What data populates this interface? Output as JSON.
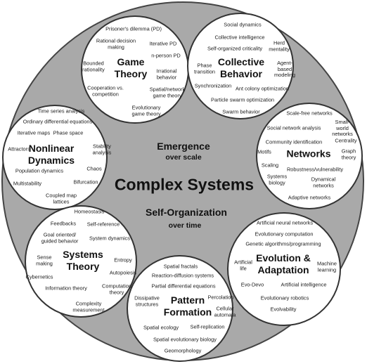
{
  "center": {
    "title": "Complex Systems",
    "emergence": "Emergence",
    "emergence_sub": "over scale",
    "selforg": "Self-Organization",
    "selforg_sub": "over time"
  },
  "clusters": [
    {
      "id": "game-theory",
      "title": "Game\nTheory",
      "topics": [
        "Prisoner's dilemma (PD)",
        "Rational decision\nmaking",
        "Iterative PD",
        "Bounded\nrationality",
        "n-person PD",
        "Irrational\nbehavior",
        "Cooperation vs.\ncompetition",
        "Spatial/network\ngame theory",
        "Evolutionary\ngame theory"
      ]
    },
    {
      "id": "collective-behavior",
      "title": "Collective\nBehavior",
      "topics": [
        "Social dynamics",
        "Collective intelligence",
        "Self-organized criticality",
        "Herd\nmentality",
        "Phase\ntransition",
        "Agent-\nbased\nmodeling",
        "Synchronization",
        "Ant colony optimization",
        "Particle swarm optimization",
        "Swarm behavior"
      ]
    },
    {
      "id": "nonlinear-dynamics",
      "title": "Nonlinear\nDynamics",
      "topics": [
        "Time series analysis",
        "Ordinary differential equations",
        "Iterative maps",
        "Phase space",
        "Attractors",
        "Stability\nanalysis",
        "Population dynamics",
        "Chaos",
        "Multistability",
        "Bifurcation",
        "Coupled map\nlattices"
      ]
    },
    {
      "id": "networks",
      "title": "Networks",
      "topics": [
        "Scale-free networks",
        "Social network analysis",
        "Small-world\nnetworks",
        "Community identification",
        "Centrality",
        "Motifs",
        "Graph\ntheory",
        "Scaling",
        "Robustness/vulnerability",
        "Systems\nbiology",
        "Dynamical networks",
        "Adaptive networks"
      ]
    },
    {
      "id": "systems-theory",
      "title": "Systems\nTheory",
      "topics": [
        "Homeostasis",
        "Feedbacks",
        "Self-reference",
        "Goal oriented/\nguided behavior",
        "System dynamics",
        "Sense\nmaking",
        "Entropy",
        "Cybernetics",
        "Autopoiesis",
        "Information theory",
        "Computation\ntheory",
        "Complexity\nmeasurement"
      ]
    },
    {
      "id": "evolution-adaptation",
      "title": "Evolution &\nAdaptation",
      "topics": [
        "Artificial neural networks",
        "Evolutionary computation",
        "Genetic algorithms/programming",
        "Artificial\nlife",
        "Machine\nlearning",
        "Evo-Devo",
        "Artificial intelligence",
        "Evolutionary robotics",
        "Evolvability"
      ]
    },
    {
      "id": "pattern-formation",
      "title": "Pattern\nFormation",
      "topics": [
        "Spatial fractals",
        "Reaction-diffusion systems",
        "Partial differential equations",
        "Dissipative\nstructures",
        "Percolation",
        "Cellular\nautomata",
        "Spatial ecology",
        "Self-replication",
        "Spatial evolutionary biology",
        "Geomorphology"
      ]
    }
  ],
  "colors": {
    "outer_fill": "#a9a9a9",
    "cluster_fill": "#ffffff",
    "text": "#1a1a1a"
  }
}
